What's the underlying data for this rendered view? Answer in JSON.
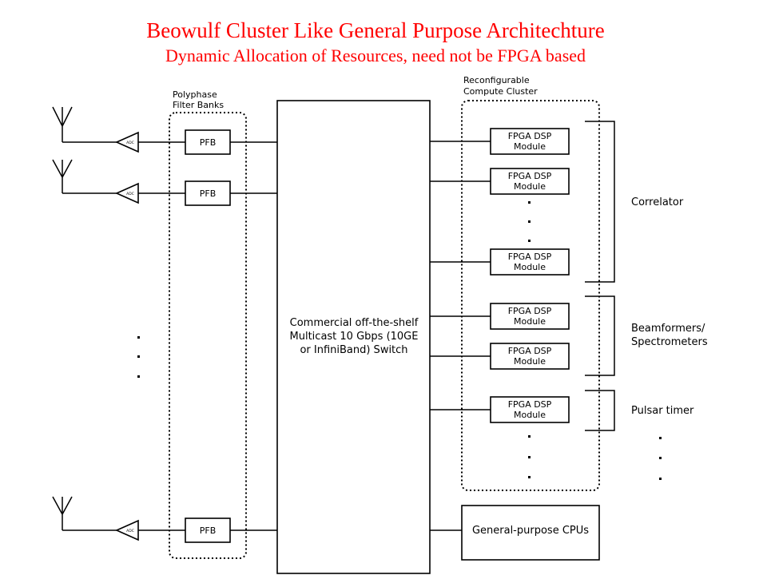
{
  "title": "Beowulf Cluster Like General Purpose Architechture",
  "subtitle": "Dynamic Allocation of Resources, need not be FPGA based",
  "filter_group": {
    "line1": "Polyphase",
    "line2": "Filter Banks"
  },
  "cluster_group": {
    "line1": "Reconfigurable",
    "line2": "Compute Cluster"
  },
  "adc_label": "ADC",
  "pfb_label": "PFB",
  "switch": {
    "line1": "Commercial off-the-shelf",
    "line2": "Multicast 10 Gbps (10GE",
    "line3": "or InfiniBand) Switch"
  },
  "module": {
    "line1": "FPGA DSP",
    "line2": "Module"
  },
  "cpus_label": "General-purpose CPUs",
  "functions": {
    "correlator": "Correlator",
    "beamformers_line1": "Beamformers/",
    "beamformers_line2": "Spectrometers",
    "pulsar": "Pulsar timer"
  },
  "ellipsis": "·",
  "colors": {
    "title": "#ff0000",
    "line": "#000000"
  }
}
